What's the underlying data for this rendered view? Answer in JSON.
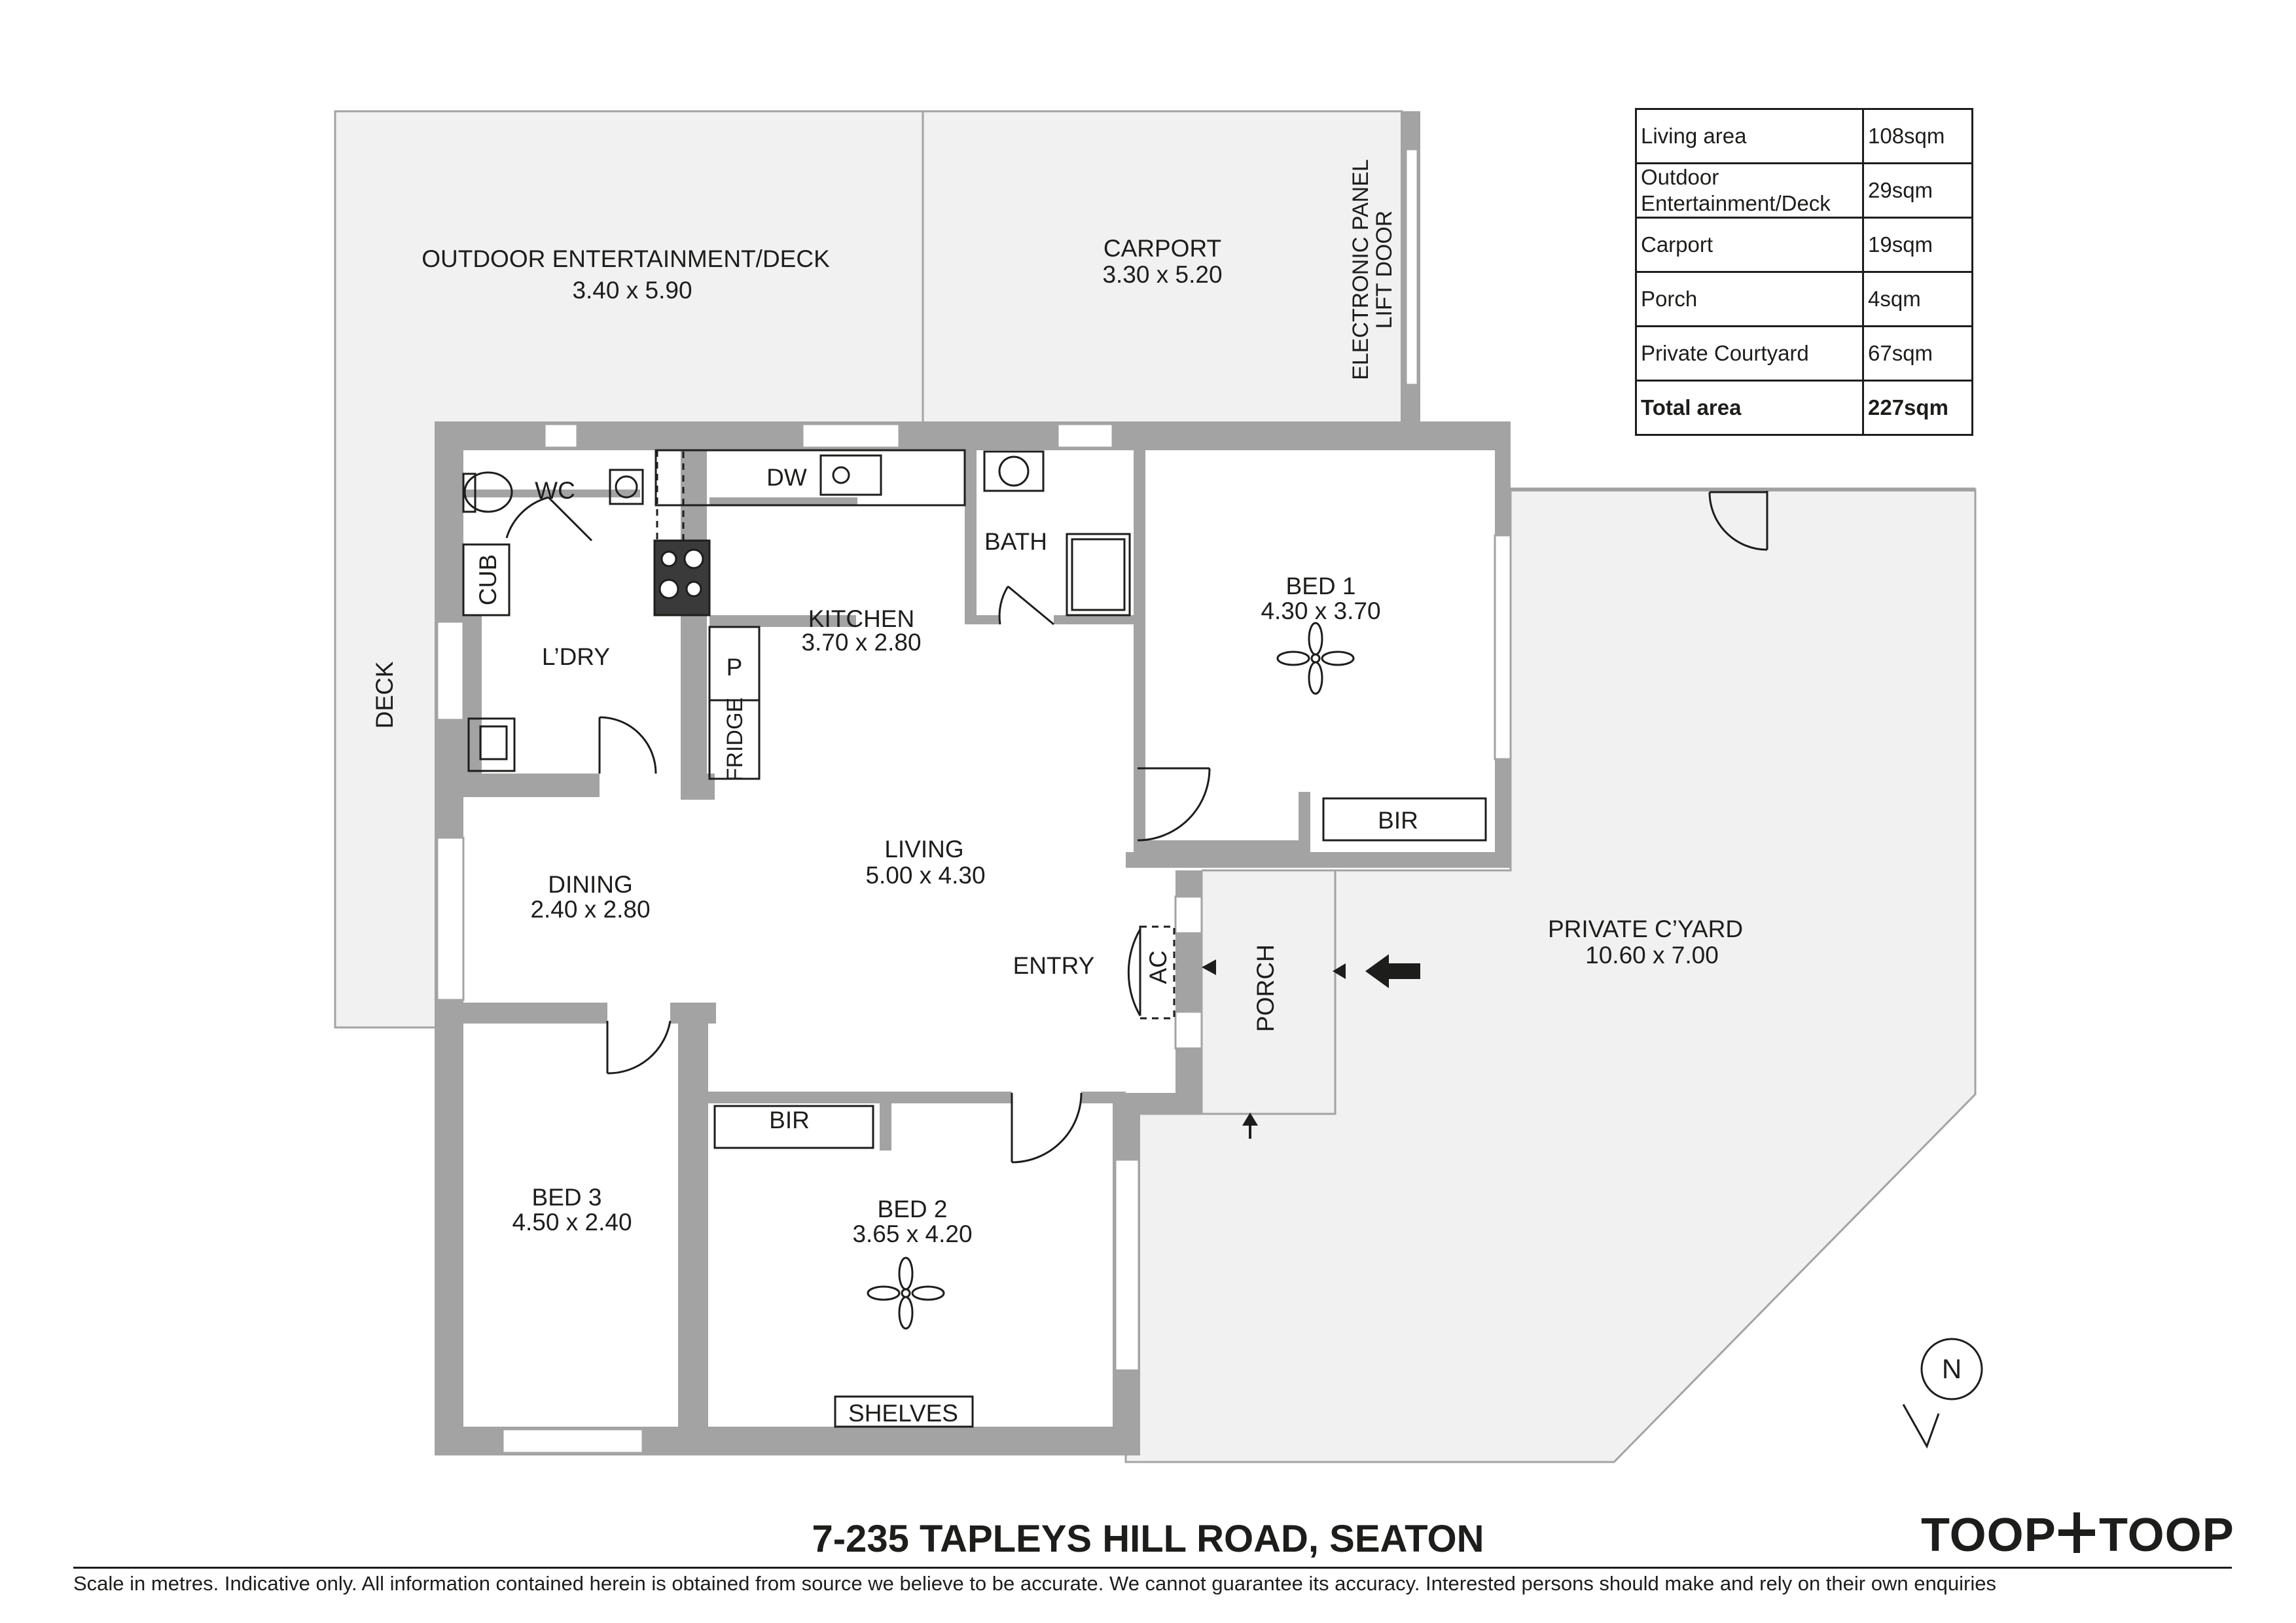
{
  "rooms": {
    "outdoor": {
      "name": "OUTDOOR ENTERTAINMENT/DECK",
      "size": "3.40 x 5.90"
    },
    "carport": {
      "name": "CARPORT",
      "size": "3.30 x 5.20"
    },
    "electronic_panel": "ELECTRONIC PANEL",
    "lift_door": "LIFT DOOR",
    "wc": "WC",
    "dw": "DW",
    "bath": "BATH",
    "cub": "CUB",
    "ldry": "L’DRY",
    "kitchen": {
      "name": "KITCHEN",
      "size": "3.70 x 2.80"
    },
    "pantry": "P",
    "fridge": "FRIDGE",
    "bed1": {
      "name": "BED 1",
      "size": "4.30 x 3.70"
    },
    "bir1": "BIR",
    "deck": "DECK",
    "dining": {
      "name": "DINING",
      "size": "2.40 x 2.80"
    },
    "living": {
      "name": "LIVING",
      "size": "5.00 x 4.30"
    },
    "entry": "ENTRY",
    "ac": "AC",
    "porch": "PORCH",
    "courtyard": {
      "name": "PRIVATE C’YARD",
      "size": "10.60 x 7.00"
    },
    "bir2": "BIR",
    "bed2": {
      "name": "BED 2",
      "size": "3.65 x 4.20"
    },
    "bed3": {
      "name": "BED 3",
      "size": "4.50 x 2.40"
    },
    "shelves": "SHELVES"
  },
  "compass": "N",
  "area_table": [
    {
      "label": "Living area",
      "value": "108sqm"
    },
    {
      "label": "Outdoor Entertainment/Deck",
      "value": "29sqm"
    },
    {
      "label": "Carport",
      "value": "19sqm"
    },
    {
      "label": "Porch",
      "value": "4sqm"
    },
    {
      "label": "Private Courtyard",
      "value": "67sqm"
    },
    {
      "label": "Total area",
      "value": "227sqm"
    }
  ],
  "address": "7-235 TAPLEYS HILL ROAD, SEATON",
  "brand": {
    "left": "TOOP",
    "right": "TOOP"
  },
  "disclaimer": "Scale in metres. Indicative only. All information contained herein is obtained from source we believe to be accurate. We cannot guarantee its accuracy. Interested persons should make and rely on their own enquiries",
  "colors": {
    "wall": "#a3a3a3",
    "outdoor": "#f0f1f0",
    "ink": "#1d1d1b"
  }
}
